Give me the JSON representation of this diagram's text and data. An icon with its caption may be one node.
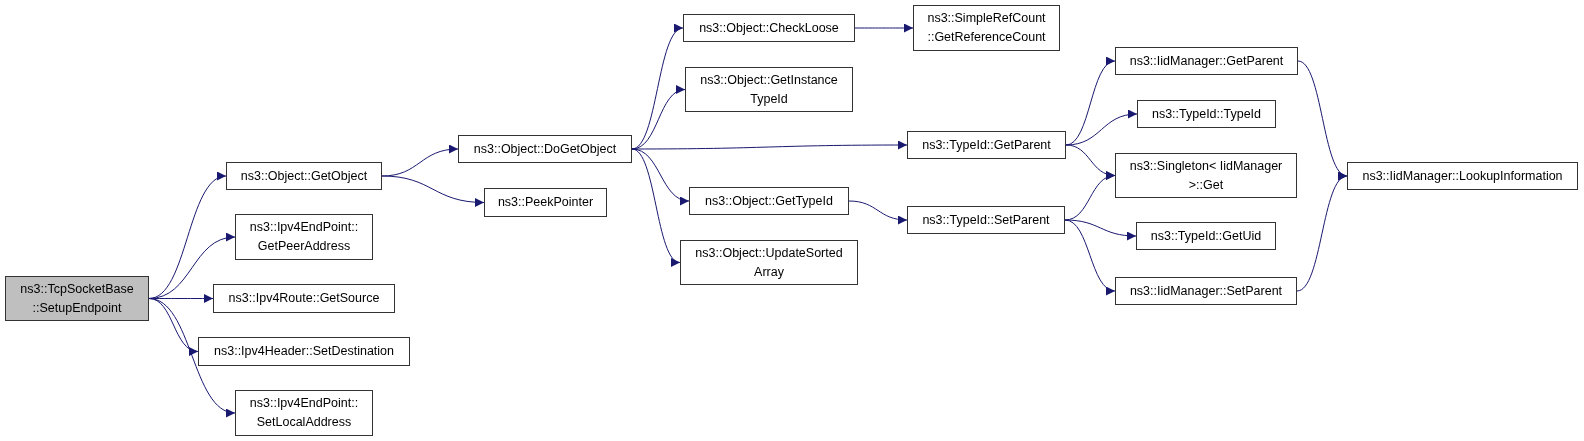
{
  "diagram": {
    "nodes": [
      {
        "text": [
          "ns3::TcpSocketBase ::SetupEndpoint"
        ]
      },
      {
        "text": [
          "ns3::Object::GetObject"
        ]
      },
      {
        "text": [
          "ns3::Ipv4EndPoint:: GetPeerAddress"
        ]
      },
      {
        "text": [
          "ns3::Ipv4Route::GetSource"
        ]
      },
      {
        "text": [
          "ns3::Ipv4Header::SetDestination"
        ]
      },
      {
        "text": [
          "ns3::Ipv4EndPoint:: SetLocalAddress"
        ]
      },
      {
        "text": [
          "ns3::Object::DoGetObject"
        ]
      },
      {
        "text": [
          "ns3::PeekPointer"
        ]
      },
      {
        "text": [
          "ns3::Object::CheckLoose"
        ]
      },
      {
        "text": [
          "ns3::Object::GetInstance TypeId"
        ]
      },
      {
        "text": [
          "ns3::Object::GetTypeId"
        ]
      },
      {
        "text": [
          "ns3::Object::UpdateSorted Array"
        ]
      },
      {
        "text": [
          "ns3::SimpleRefCount ::GetReferenceCount"
        ]
      },
      {
        "text": [
          "ns3::TypeId::GetParent"
        ]
      },
      {
        "text": [
          "ns3::TypeId::SetParent"
        ]
      },
      {
        "text": [
          "ns3::IidManager::GetParent"
        ]
      },
      {
        "text": [
          "ns3::TypeId::TypeId"
        ]
      },
      {
        "text": [
          "ns3::Singleton< IidManager >::Get"
        ]
      },
      {
        "text": [
          "ns3::TypeId::GetUid"
        ]
      },
      {
        "text": [
          "ns3::IidManager::SetParent"
        ]
      },
      {
        "text": [
          "ns3::IidManager::LookupInformation"
        ]
      }
    ],
    "edges": [
      {
        "from": 0,
        "to": 1,
        "arrow": "to"
      },
      {
        "from": 0,
        "to": 2,
        "arrow": "to"
      },
      {
        "from": 0,
        "to": 3,
        "arrow": "to"
      },
      {
        "from": 0,
        "to": 4,
        "arrow": "to"
      },
      {
        "from": 0,
        "to": 5,
        "arrow": "to"
      },
      {
        "from": 1,
        "to": 6,
        "arrow": "to"
      },
      {
        "from": 1,
        "to": 7,
        "arrow": "to"
      },
      {
        "from": 6,
        "to": 8,
        "arrow": "to"
      },
      {
        "from": 6,
        "to": 9,
        "arrow": "to"
      },
      {
        "from": 6,
        "to": 13,
        "arrow": "to"
      },
      {
        "from": 6,
        "to": 10,
        "arrow": "to"
      },
      {
        "from": 6,
        "to": 11,
        "arrow": "to"
      },
      {
        "from": 8,
        "to": 12,
        "arrow": "to"
      },
      {
        "from": 13,
        "to": 15,
        "arrow": "to"
      },
      {
        "from": 13,
        "to": 16,
        "arrow": "to"
      },
      {
        "from": 13,
        "to": 17,
        "arrow": "to"
      },
      {
        "from": 10,
        "to": 14,
        "arrow": "to"
      },
      {
        "from": 14,
        "to": 17,
        "arrow": "to"
      },
      {
        "from": 14,
        "to": 18,
        "arrow": "to"
      },
      {
        "from": 14,
        "to": 19,
        "arrow": "to"
      },
      {
        "from": 15,
        "to": 20,
        "arrow": "to"
      },
      {
        "from": 19,
        "to": 20,
        "arrow": "to"
      }
    ]
  }
}
